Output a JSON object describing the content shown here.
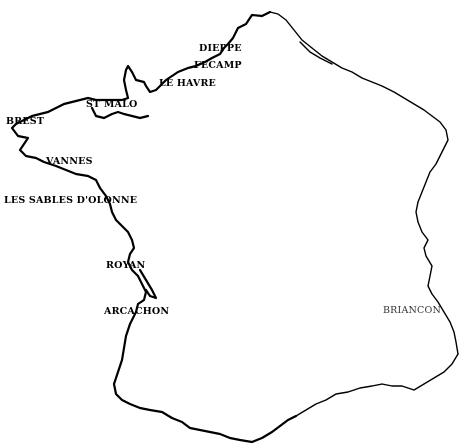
{
  "map": {
    "places": [
      {
        "id": "dieppe",
        "name": "DIEPPE"
      },
      {
        "id": "fecamp",
        "name": "FECAMP"
      },
      {
        "id": "le-havre",
        "name": "LE HAVRE"
      },
      {
        "id": "st-malo",
        "name": "ST MALO"
      },
      {
        "id": "brest",
        "name": "BREST"
      },
      {
        "id": "vannes",
        "name": "VANNES"
      },
      {
        "id": "les-sables-d-olonne",
        "name": "LES SABLES D'OLONNE"
      },
      {
        "id": "royan",
        "name": "ROYAN"
      },
      {
        "id": "arcachon",
        "name": "ARCACHON"
      },
      {
        "id": "briancon",
        "name": "BRIANCON"
      }
    ],
    "colors": {
      "ink": "#000000",
      "background": "#ffffff"
    }
  }
}
